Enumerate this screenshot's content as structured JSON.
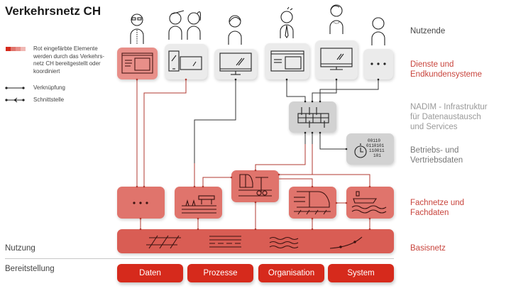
{
  "title": "Verkehrsnetz CH",
  "legend": {
    "swatch_colors": [
      "#d62a1c",
      "#e0746c",
      "#e88f89",
      "#f0b8b4"
    ],
    "description": [
      "Rot eingefärbte Elemente",
      "werden durch das Verkehrs-",
      "netz CH bereitgestellt oder",
      "koordiniert"
    ],
    "link_label": "Verknüpfung",
    "interface_label": "Schnittstelle"
  },
  "layers": {
    "users": "Nutzende",
    "services": [
      "Dienste und",
      "Endkundensysteme"
    ],
    "nadim": [
      "NADIM - Infrastruktur",
      "für Datenaustausch",
      "und Services"
    ],
    "operations": [
      "Betriebs- und",
      "Vertriebsdaten"
    ],
    "domain_nets": [
      "Fachnetze und",
      "Fachdaten"
    ],
    "base_net": "Basisnetz"
  },
  "left_labels": {
    "usage": "Nutzung",
    "provision": "Bereitstellung"
  },
  "provision_pills": [
    "Daten",
    "Prozesse",
    "Organisation",
    "System"
  ],
  "icons": {
    "users": [
      "person-with-glasses-icon",
      "two-persons-icon",
      "woman-icon",
      "man-with-tie-icon",
      "woman-with-necklace-icon",
      "generic-person-icon"
    ],
    "services": [
      "web-app-icon",
      "mobile-devices-icon",
      "desktop-monitor-icon",
      "web-app-icon",
      "desktop-monitor-icon",
      "more-dots-icon"
    ],
    "domain_nets": [
      "more-dots-icon",
      "road-construction-icon",
      "multimodal-transport-icon",
      "train-icon",
      "ship-icon"
    ],
    "base_net": [
      "rail-track-icon",
      "road-lanes-icon",
      "water-waves-icon",
      "cable-line-icon"
    ]
  },
  "colors": {
    "red_primary": "#d62a1c",
    "red_base": "#d95d54",
    "red_domain": "#e0746c",
    "red_service": "#e88f89",
    "line_red": "#c0463d",
    "line_dark": "#333333",
    "gray_box": "#ebebeb",
    "nadim_box": "#d2d2d2"
  }
}
